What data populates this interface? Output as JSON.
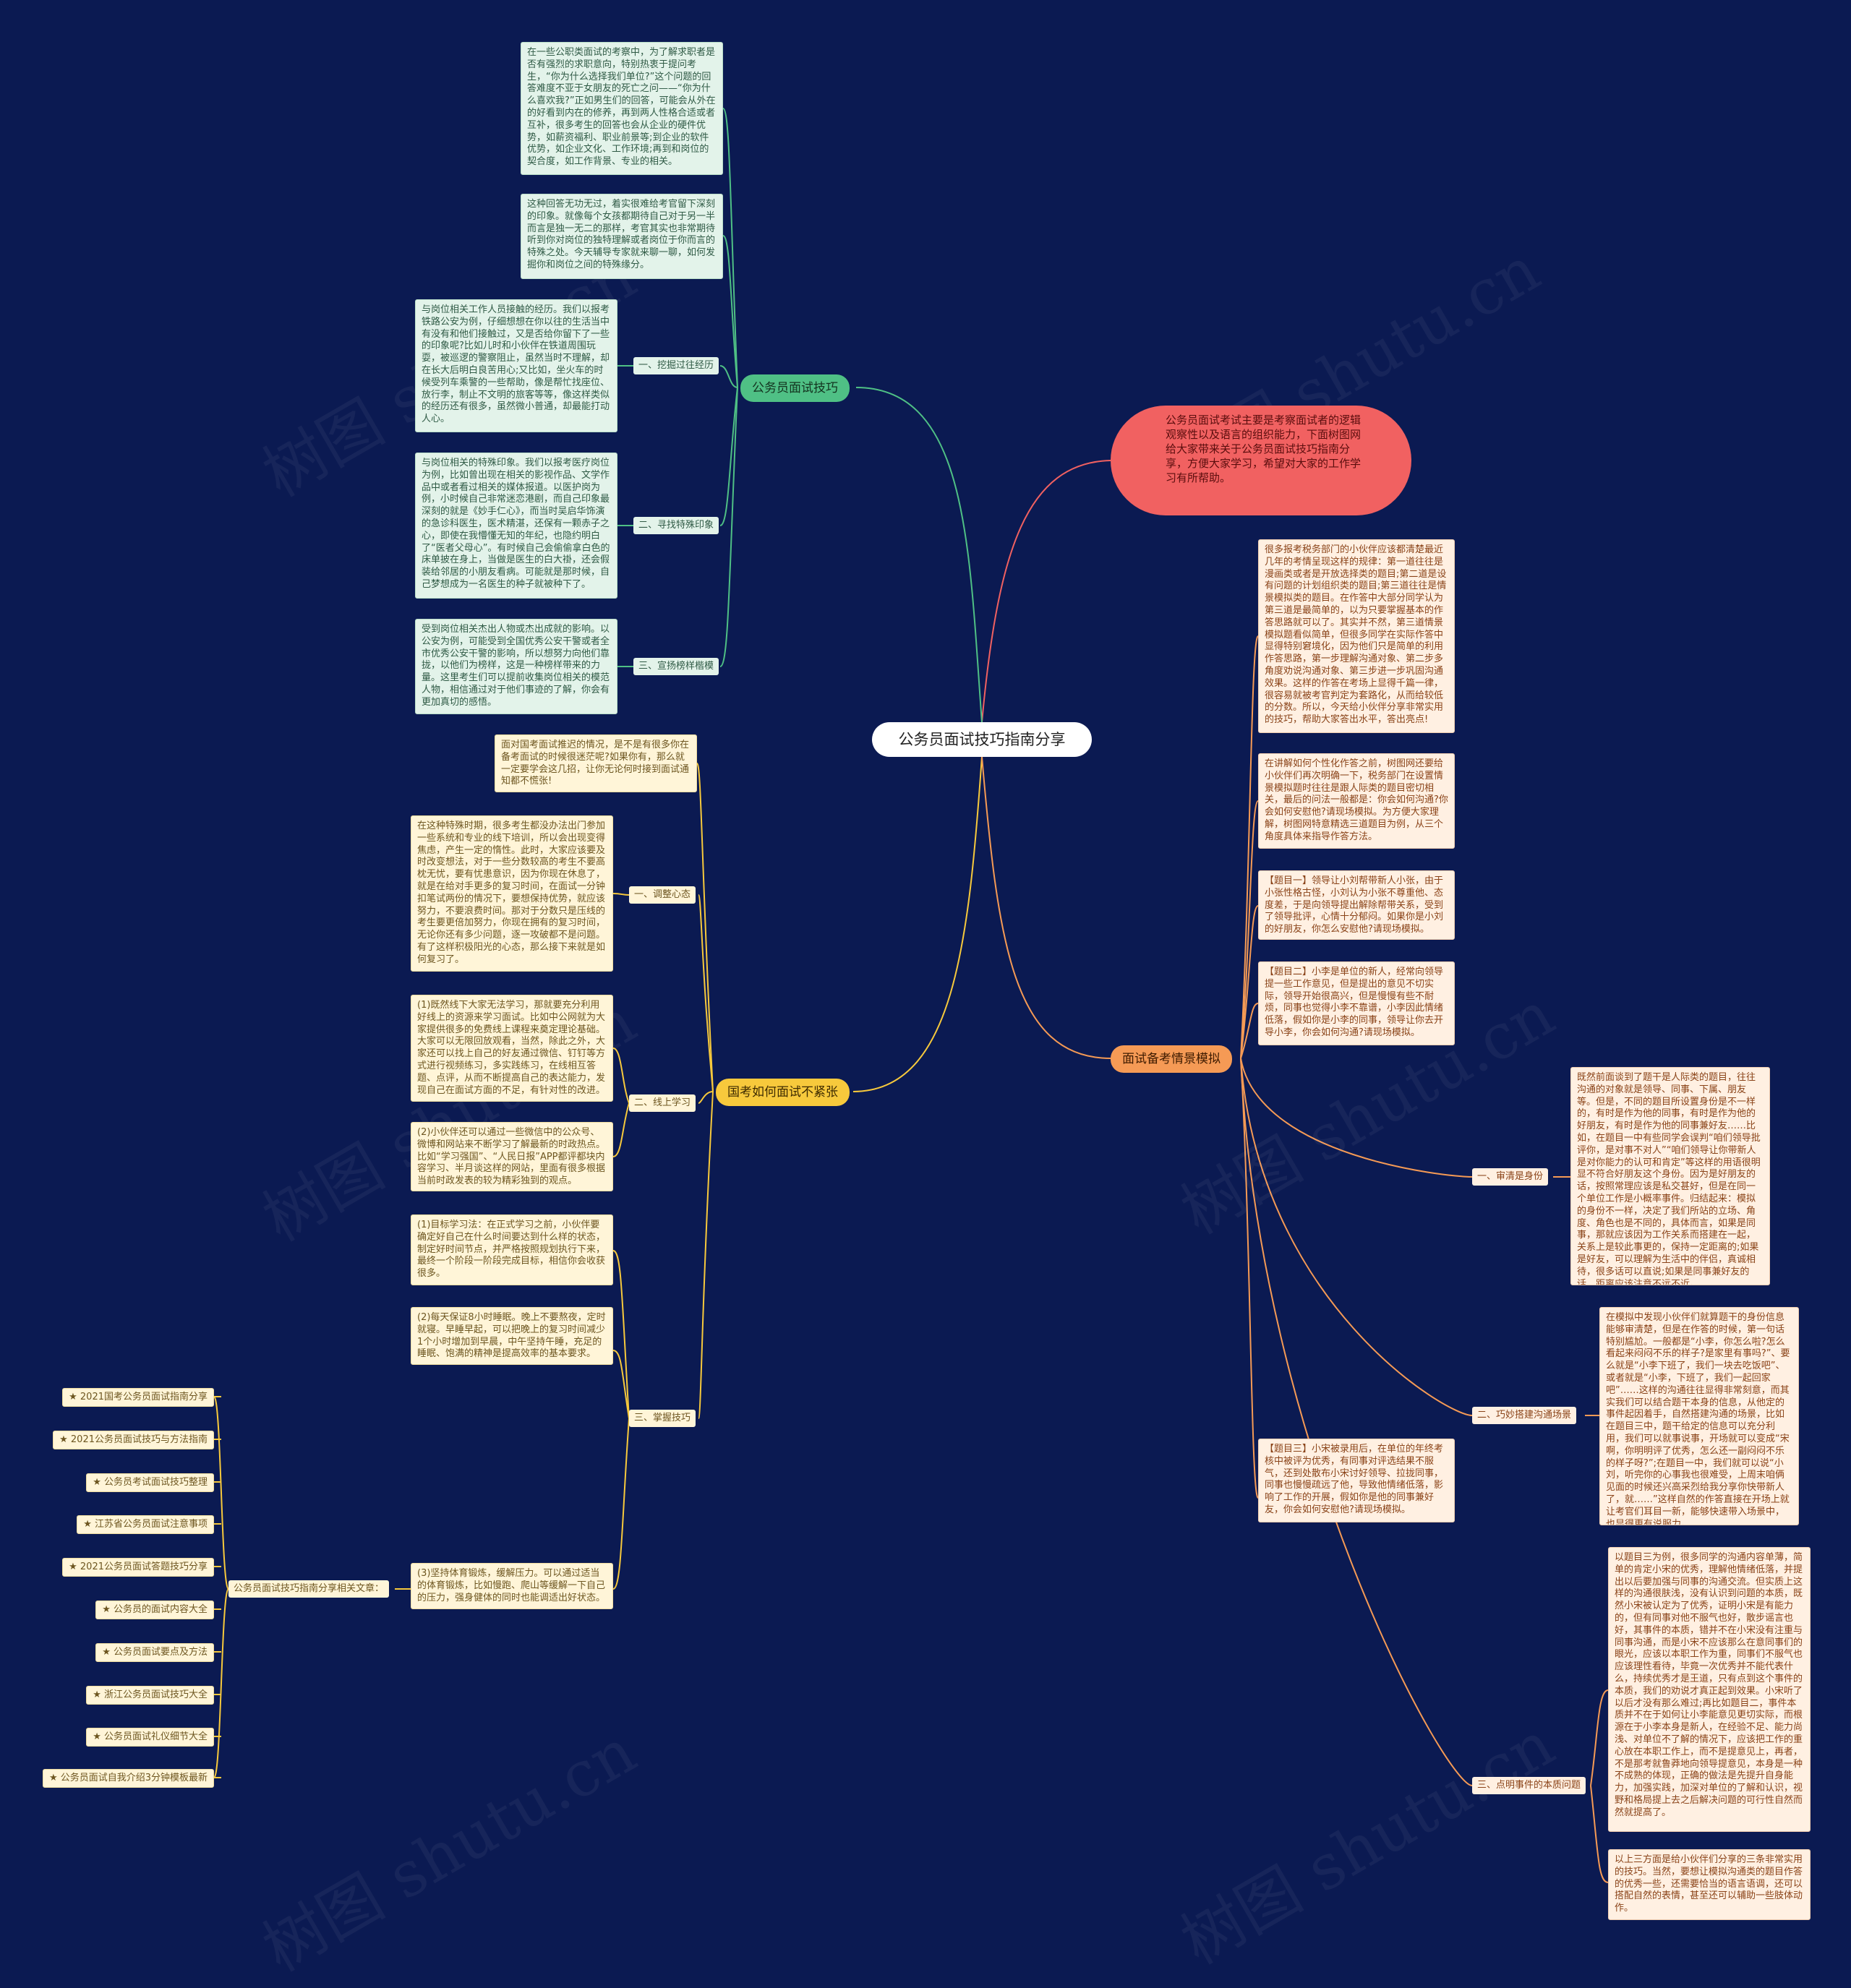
{
  "center": "公务员面试技巧指南分享",
  "intro": "公务员面试考试主要是考察面试者的逻辑观察性以及语言的组织能力，下面树图网给大家带来关于公务员面试技巧指南分享，方便大家学习，希望对大家的工作学习有所帮助。",
  "watermark": "树图 shutu.cn",
  "colors": {
    "background": "#0b1a52",
    "green": "#4fc085",
    "yellow": "#f7c93c",
    "orange": "#f59a55",
    "red": "#f16161"
  },
  "skills": {
    "title": "公务员面试技巧",
    "text_top1": "在一些公职类面试的考察中，为了解求职者是否有强烈的求职意向，特别热衷于提问考生，“你为什么选择我们单位?”这个问题的回答难度不亚于女朋友的死亡之问——“你为什么喜欢我?”正如男生们的回答，可能会从外在的好看到内在的修养，再到两人性格合适或者互补，很多考生的回答也会从企业的硬件优势，如薪资福利、职业前景等;到企业的软件优势，如企业文化、工作环境;再到和岗位的契合度，如工作背景、专业的相关。",
    "text_top2": "这种回答无功无过，着实很难给考官留下深刻的印象。就像每个女孩都期待自己对于另一半而言是独一无二的那样，考官其实也非常期待听到你对岗位的独特理解或者岗位于你而言的特殊之处。今天辅导专家就来聊一聊，如何发掘你和岗位之间的特殊缘分。",
    "items": [
      {
        "label": "一、挖掘过往经历",
        "text": "与岗位相关工作人员接触的经历。我们以报考铁路公安为例，仔细想想在你以往的生活当中有没有和他们接触过，又是否给你留下了一些的印象呢?比如儿时和小伙伴在铁道周围玩耍，被巡逻的警察阻止，虽然当时不理解，却在长大后明白良苦用心;又比如，坐火车的时候受列车乘警的一些帮助，像是帮忙找座位、放行李，制止不文明的旅客等等，像这样类似的经历还有很多，虽然微小普通，却最能打动人心。"
      },
      {
        "label": "二、寻找特殊印象",
        "text": "与岗位相关的特殊印象。我们以报考医疗岗位为例，比如曾出现在相关的影视作品、文学作品中或者看过相关的媒体报道。以医护岗为例，小时候自己非常迷恋港剧，而自己印象最深刻的就是《妙手仁心》，而当时吴启华饰演的急诊科医生，医术精湛，还保有一颗赤子之心，即使在我懵懂无知的年纪，也隐约明白了“医者父母心”。有时候自己会偷偷拿白色的床单披在身上，当做是医生的白大褂，还会假装给邻居的小朋友看病。可能就是那时候，自己梦想成为一名医生的种子就被种下了。"
      },
      {
        "label": "三、宣扬榜样楷模",
        "text": "受到岗位相关杰出人物或杰出成就的影响。以公安为例，可能受到全国优秀公安干警或者全市优秀公安干警的影响，所以想努力向他们靠拢，以他们为榜样，这是一种榜样带来的力量。这里考生们可以提前收集岗位相关的模范人物，相信通过对于他们事迹的了解，你会有更加真切的感悟。"
      }
    ]
  },
  "nervous": {
    "title": "国考如何面试不紧张",
    "intro": "面对国考面试推迟的情况，是不是有很多你在备考面试的时候很迷茫呢?如果你有，那么就一定要学会这几招，让你无论何时接到面试通知都不慌张!",
    "items": [
      {
        "label": "一、调整心态",
        "texts": [
          "在这种特殊时期，很多考生都没办法出门参加一些系统和专业的线下培训，所以会出现变得焦虑，产生一定的惰性。此时，大家应该要及时改变想法，对于一些分数较高的考生不要高枕无忧，要有忧患意识，因为你现在休息了，就是在给对手更多的复习时间，在面试一分钟扣笔试两份的情况下，要想保持优势，就应该努力，不要浪费时间。那对于分数只是压线的考生要更倍加努力，你现在拥有的复习时间，无论你还有多少问题，逐一攻破都不是问题。有了这样积极阳光的心态，那么接下来就是如何复习了。"
        ]
      },
      {
        "label": "二、线上学习",
        "texts": [
          "(1)既然线下大家无法学习，那就要充分利用好线上的资源来学习面试。比如中公网就为大家提供很多的免费线上课程来奠定理论基础。大家可以无限回放观看，当然，除此之外，大家还可以找上自己的好友通过微信、钉钉等方式进行视频练习，多实践练习，在线相互答题、点评，从而不断提高自己的表达能力，发现自己在面试方面的不足，有针对性的改进。",
          "(2)小伙伴还可以通过一些微信中的公众号、微博和网站来不断学习了解最新的时政热点。比如“学习强国”、“人民日报”APP都评都块内容学习、半月谈这样的网站，里面有很多根据当前时政发表的较为精彩独到的观点。"
        ]
      },
      {
        "label": "三、掌握技巧",
        "texts": [
          "(1)目标学习法：在正式学习之前，小伙伴要确定好自己在什么时间要达到什么样的状态，制定好时间节点，并严格按照规划执行下来，最终一个阶段一阶段完成目标，相信你会收获很多。",
          "(2)每天保证8小时睡眠。晚上不要熬夜，定时就寝。早睡早起，可以把晚上的复习时间减少1个小时增加到早晨，中午坚持午睡，充足的睡眠、饱满的精神是提高效率的基本要求。",
          "(3)坚持体育锻炼，缓解压力。可以通过适当的体育锻炼，比如慢跑、爬山等缓解一下自己的压力，强身健体的同时也能调适出好状态。"
        ]
      }
    ],
    "related_title": "公务员面试技巧指南分享相关文章：",
    "related": [
      "★ 2021国考公务员面试指南分享",
      "★ 2021公务员面试技巧与方法指南",
      "★ 公务员考试面试技巧整理",
      "★ 江苏省公务员面试注意事项",
      "★ 2021公务员面试答题技巧分享",
      "★ 公务员的面试内容大全",
      "★ 公务员面试要点及方法",
      "★ 浙江公务员面试技巧大全",
      "★ 公务员面试礼仪细节大全",
      "★ 公务员面试自我介绍3分钟模板最新"
    ]
  },
  "simulation": {
    "title": "面试备考情景模拟",
    "texts": [
      "很多报考税务部门的小伙伴应该都清楚最近几年的考情呈现这样的规律：第一道往往是漫画类或者是开放选择类的题目;第二道是设有问题的计划组织类的题目;第三道往往是情景模拟类的题目。在作答中大部分同学认为第三道是最简单的，以为只要掌握基本的作答思路就可以了。其实并不然，第三道情景模拟题看似简单，但很多同学在实际作答中显得特别窘境化，因为他们只是简单的利用作答思路，第一步理解沟通对象、第二步多角度劝说沟通对象、第三步进一步巩固沟通效果。这样的作答在考场上显得千篇一律，很容易就被考官判定为套路化，从而给较低的分数。所以，今天给小伙伴分享非常实用的技巧，帮助大家答出水平，答出亮点!",
      "在讲解如何个性化作答之前，树图网还要给小伙伴们再次明确一下，税务部门在设置情景模拟题时往往是跟人际类的题目密切相关，最后的问法一般都是：你会如何沟通?你会如何安慰他?请现场模拟。为方便大家理解，树图网特意精选三道题目为例，从三个角度具体来指导作答方法。",
      "【题目一】领导让小刘帮带新人小张，由于小张性格古怪，小刘认为小张不尊重他、态度差，于是向领导提出解除帮带关系，受到了领导批评，心情十分郁闷。如果你是小刘的好朋友，你怎么安慰他?请现场模拟。",
      "【题目二】小李是单位的新人，经常向领导提一些工作意见，但是提出的意见不切实际，领导开始很高兴，但是慢慢有些不耐烦，同事也觉得小李不靠谱，小李因此情绪低落，假如你是小李的同事，领导让你去开导小李，你会如何沟通?请现场模拟。",
      "【题目三】小宋被录用后，在单位的年终考核中被评为优秀，有同事对评选结果不服气，还到处散布小宋讨好领导、拉拢同事，同事也慢慢疏远了他，导致他情绪低落，影响了工作的开展，假如你是他的同事兼好友，你会如何安慰他?请现场模拟。"
    ],
    "items": [
      {
        "label": "一、审清是身份",
        "text": "既然前面谈到了题干是人际类的题目，往往沟通的对象就是领导、同事、下属、朋友等。但是，不同的题目所设置身份是不一样的，有时是作为他的同事，有时是作为他的好朋友，有时是作为他的同事兼好友……比如，在题目一中有些同学会误判“咱们领导批评你，是对事不对人”“咱们领导让你带新人是对你能力的认可和肯定”等这样的用语很明显不符合好朋友这个身份。因为是好朋友的话，按照常理应该是私交甚好，但是在同一个单位工作是小概率事件。归结起来：模拟的身份不一样，决定了我们所站的立场、角度、角色也是不同的，具体而言，如果是同事，那就应该因为工作关系而搭建在一起，关系上是较此事更的，保持一定距离的;如果是好友，可以理解为生活中的伴侣，真诚相待，很多话可以直说;如果是同事兼好友的话，距离应该注意不远不近。"
      },
      {
        "label": "二、巧妙搭建沟通场景",
        "text": "在模拟中发现小伙伴们就算题干的身份信息能够审清楚，但是在作答的时候，第一句话特别尴尬。一般都是“小李，你怎么啦?怎么看起来闷闷不乐的样子?是家里有事吗?”、要么就是“小李下班了，我们一块去吃饭吧”、或者就是“小李，下班了，我们一起回家吧”……这样的沟通往往显得非常刻意，而其实我们可以结合题干本身的信息，从他定的事件起因着手，自然搭建沟通的场景，比如在题目三中，题干给定的信息可以充分利用，我们可以就事说事，开场就可以变成“宋啊，你明明评了优秀，怎么还一副闷闷不乐的样子呀?”;在题目一中，我们就可以说“小刘，听完你的心事我也很难受，上周末咱俩见面的时候还兴高采烈给我分享你快带新人了，就……”这样自然的作答直接在开场上就让考官们耳目一新，能够快速带入场景中，也显得更有说服力。"
      },
      {
        "label": "三、点明事件的本质问题",
        "texts": [
          "以题目三为例，很多同学的沟通内容单薄，简单的肯定小宋的优秀，理解他情绪低落，并提出以后要加强与同事的沟通交流。但实质上这样的沟通很肤浅，没有认识到问题的本质，既然小宋被认定为了优秀，证明小宋是有能力的，但有同事对他不服气也好，散步谣言也好，其事件的本质，错并不在小宋没有注重与同事沟通，而是小宋不应该那么在意同事们的眼光，应该以本职工作为重，同事们不服气也应该理性看待，毕竟一次优秀并不能代表什么，持续优秀才是王道，只有点到这个事件的本质，我们的劝说才真正起到效果。小宋听了以后才没有那么难过;再比如题目二，事件本质并不在于如何让小李能意见更切实际，而根源在于小李本身是新人，在经验不足、能力尚浅、对单位不了解的情况下，应该把工作的重心放在本职工作上，而不是提意见上，再者，不是那考就鲁莽地向领导提意见，本身是一种不成熟的体现，正确的做法是先提升自身能力，加强实践，加深对单位的了解和认识，视野和格局提上去之后解决问题的可行性自然而然就提高了。",
          "以上三方面是给小伙伴们分享的三条非常实用的技巧。当然，要想让模拟沟通类的题目作答的优秀一些，还需要恰当的语言语调，还可以搭配自然的表情，甚至还可以辅助一些肢体动作。"
        ]
      }
    ]
  }
}
